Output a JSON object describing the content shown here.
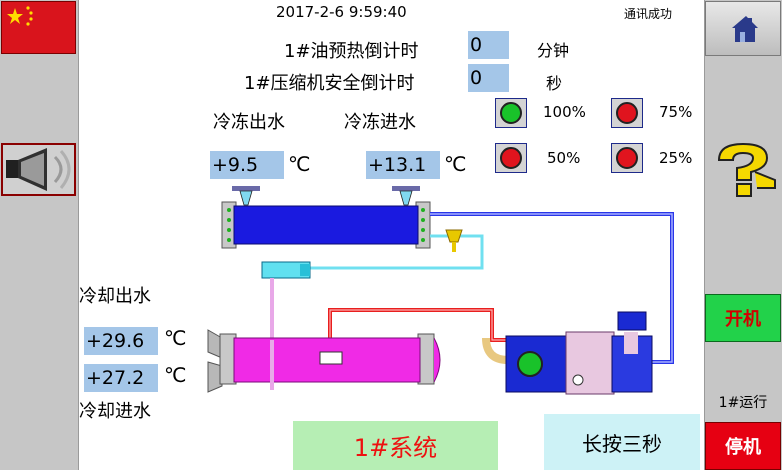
{
  "header": {
    "datetime": "2017-2-6 9:59:40",
    "comm_status": "通讯成功"
  },
  "countdowns": {
    "oil_preheat_label": "1#油预热倒计时",
    "oil_preheat_value": "0",
    "oil_preheat_unit": "分钟",
    "compressor_safety_label": "1#压缩机安全倒计时",
    "compressor_safety_value": "0",
    "compressor_safety_unit": "秒"
  },
  "chilled_water": {
    "outlet_label": "冷冻出水",
    "inlet_label": "冷冻进水",
    "outlet_value": "+9.5",
    "inlet_value": "+13.1",
    "unit": "℃"
  },
  "cooling_water": {
    "outlet_label": "冷却出水",
    "inlet_label": "冷却进水",
    "outlet_value": "+29.6",
    "inlet_value": "+27.2",
    "unit": "℃"
  },
  "load_indicators": [
    {
      "label": "100%",
      "state": "on",
      "color": "#19c22a"
    },
    {
      "label": "75%",
      "state": "off",
      "color": "#e0141e"
    },
    {
      "label": "50%",
      "state": "off",
      "color": "#e0141e"
    },
    {
      "label": "25%",
      "state": "off",
      "color": "#e0141e"
    }
  ],
  "buttons": {
    "system": "1#系统",
    "hold_three_seconds": "长按三秒",
    "start": "开机",
    "stop": "停机",
    "run_status": "1#运行"
  },
  "icons": {
    "flag": "china-flag-icon",
    "speaker": "speaker-icon",
    "home": "home-icon",
    "help": "help-icon"
  },
  "colors": {
    "evaporator": "#1a1ae0",
    "condenser": "#f02ae6",
    "compressor": "#1a2ad2",
    "value_box": "#a4c6e8"
  }
}
